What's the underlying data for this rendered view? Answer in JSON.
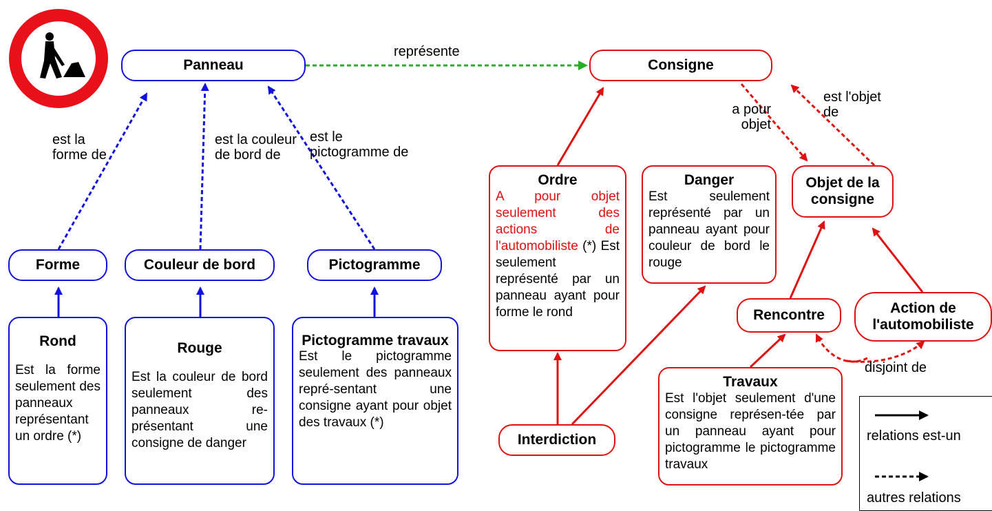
{
  "sign": {
    "icon": "roadworks-sign-icon"
  },
  "colors": {
    "blue": "#1010e0",
    "red": "#e01010",
    "green": "#20b020"
  },
  "nodes": {
    "panneau": "Panneau",
    "consigne": "Consigne",
    "forme": "Forme",
    "couleur_bord": "Couleur de bord",
    "pictogramme": "Pictogramme",
    "rond": {
      "title": "Rond",
      "text": "Est la forme seulement des panneaux représentant un ordre (*)"
    },
    "rouge": {
      "title": "Rouge",
      "text": "Est la couleur de bord seulement des panneaux re-présentant une consigne de danger"
    },
    "picto_travaux": {
      "title": "Pictogramme travaux",
      "text": "Est le pictogramme seulement des panneaux repré-sentant une consigne ayant pour objet des travaux (*)"
    },
    "ordre": {
      "title": "Ordre",
      "text_red": "A pour objet seulement des actions de l'automobiliste",
      "mark": "(*)",
      "text": "Est seulement représenté par un panneau ayant pour forme le rond"
    },
    "danger": {
      "title": "Danger",
      "text": "Est seulement représenté par un panneau ayant pour couleur de bord le rouge"
    },
    "objet_consigne": "Objet de la consigne",
    "rencontre": "Rencontre",
    "action": "Action de l'automobiliste",
    "travaux": {
      "title": "Travaux",
      "text": "Est l'objet seulement d'une consigne représen-tée par un panneau ayant pour pictogramme le pictogramme travaux"
    },
    "interdiction": "Interdiction"
  },
  "relations": {
    "represente": "représente",
    "est_la_forme_de": "est la forme de",
    "est_la_couleur_de_bord_de": "est la couleur de bord de",
    "est_le_pictogramme_de": "est le pictogramme de",
    "a_pour_objet": "a pour objet",
    "est_l_objet_de": "est l'objet de",
    "disjoint_de": "disjoint de"
  },
  "legend": {
    "solid": "relations est-un",
    "dashed": "autres relations"
  }
}
